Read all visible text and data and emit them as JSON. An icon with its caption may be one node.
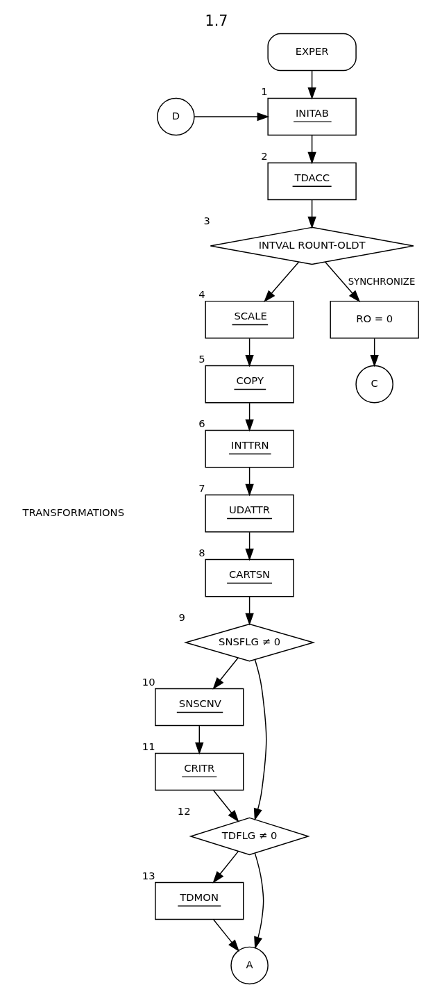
{
  "diagram": {
    "title": "1.7",
    "nodes": [
      {
        "text": [
          "EXPER"
        ]
      },
      {
        "text": [
          "D"
        ]
      },
      {
        "text": [
          "INITAB"
        ],
        "beside": [
          "1"
        ]
      },
      {
        "text": [
          "TDACC"
        ],
        "beside": [
          "2"
        ]
      },
      {
        "text": [
          "INTVAL ROUNT-OLDT"
        ],
        "beside": [
          "3"
        ]
      },
      {
        "text": [
          "SCALE"
        ],
        "beside": [
          "4"
        ]
      },
      {
        "text": [
          "RO = 0"
        ]
      },
      {
        "text": [
          "COPY"
        ],
        "beside": [
          "5"
        ]
      },
      {
        "text": [
          "C"
        ]
      },
      {
        "text": [
          "INTTRN"
        ],
        "beside": [
          "6"
        ]
      },
      {
        "text": [
          "UDATTR"
        ],
        "beside": [
          "7"
        ]
      },
      {
        "text": [
          "CARTSN"
        ],
        "beside": [
          "8"
        ]
      },
      {
        "text": [
          "SNSFLG ≠ 0"
        ],
        "beside": [
          "9"
        ]
      },
      {
        "text": [
          "SNSCNV"
        ],
        "beside": [
          "10"
        ]
      },
      {
        "text": [
          "CRITR"
        ],
        "beside": [
          "11"
        ]
      },
      {
        "text": [
          "TDFLG ≠ 0"
        ],
        "beside": [
          "12"
        ]
      },
      {
        "text": [
          "TDMON"
        ],
        "beside": [
          "13"
        ]
      },
      {
        "text": [
          "A"
        ]
      }
    ],
    "edges": [
      {
        "from": 0,
        "to": 2,
        "arrow": "to"
      },
      {
        "from": 1,
        "to": 2,
        "arrow": "to"
      },
      {
        "from": 2,
        "to": 3,
        "arrow": "to"
      },
      {
        "from": 3,
        "to": 4,
        "arrow": "to"
      },
      {
        "from": 4,
        "to": 5,
        "arrow": "to"
      },
      {
        "from": 4,
        "to": 6,
        "arrow": "to",
        "label": "SYNCHRONIZE"
      },
      {
        "from": 6,
        "to": 8,
        "arrow": "to"
      },
      {
        "from": 5,
        "to": 7,
        "arrow": "to"
      },
      {
        "from": 7,
        "to": 9,
        "arrow": "to"
      },
      {
        "from": 9,
        "to": 10,
        "arrow": "to"
      },
      {
        "from": 10,
        "to": 11,
        "arrow": "to"
      },
      {
        "from": 11,
        "to": 12,
        "arrow": "to"
      },
      {
        "from": 12,
        "to": 13,
        "arrow": "to"
      },
      {
        "from": 13,
        "to": 14,
        "arrow": "to"
      },
      {
        "from": 14,
        "to": 15,
        "arrow": "to"
      },
      {
        "from": 12,
        "to": 15,
        "arrow": "to"
      },
      {
        "from": 15,
        "to": 16,
        "arrow": "to"
      },
      {
        "from": 16,
        "to": 17,
        "arrow": "to"
      },
      {
        "from": 15,
        "to": 17,
        "arrow": "to"
      }
    ],
    "labels": [
      "TRANSFORMATIONS"
    ]
  }
}
